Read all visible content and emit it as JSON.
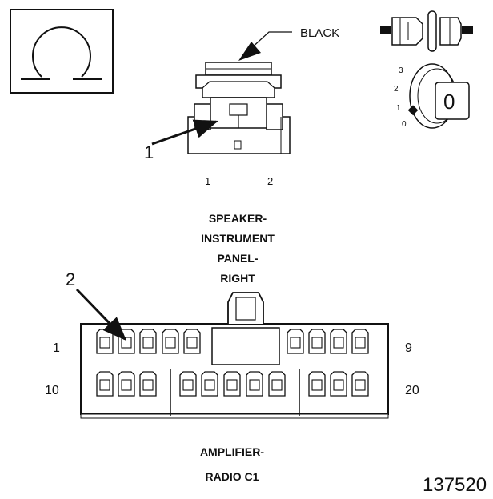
{
  "top_connector": {
    "color_label": "BLACK",
    "callout": "1",
    "pin_labels": [
      "1",
      "2"
    ]
  },
  "speaker_connector": {
    "name_lines": [
      "SPEAKER-",
      "INSTRUMENT",
      "PANEL-",
      "RIGHT"
    ]
  },
  "amplifier_connector": {
    "callout": "2",
    "row_left_labels": [
      "1",
      "10"
    ],
    "row_right_labels": [
      "9",
      "20"
    ],
    "name_lines": [
      "AMPLIFIER-",
      "RADIO C1"
    ]
  },
  "legend": {
    "position_numbers": [
      "3",
      "2",
      "1",
      "0"
    ],
    "key_digit": "0"
  },
  "figure_number": "137520",
  "icons": [
    "omega-symbol-icon",
    "inline-connector-icon",
    "ignition-key-icon"
  ]
}
